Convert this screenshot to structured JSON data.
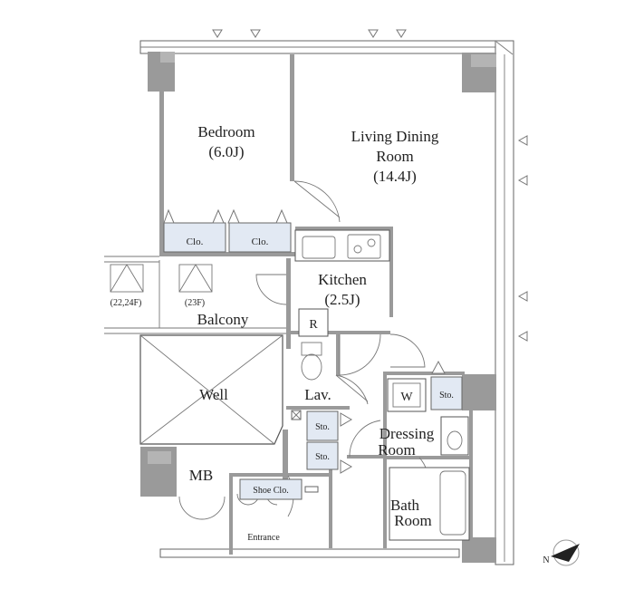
{
  "rooms": {
    "bedroom": {
      "name": "Bedroom",
      "size": "(6.0J)"
    },
    "living": {
      "name_line1": "Living Dining",
      "name_line2": "Room",
      "size": "(14.4J)"
    },
    "kitchen": {
      "name": "Kitchen",
      "size": "(2.5J)"
    },
    "balcony": {
      "name": "Balcony",
      "note_left": "(22,24F)",
      "note_right": "(23F)"
    },
    "well": {
      "name": "Well"
    },
    "lav": {
      "name": "Lav."
    },
    "dressing": {
      "name_line1": "Dressing",
      "name_line2": "Room"
    },
    "bath": {
      "name_line1": "Bath",
      "name_line2": "Room"
    },
    "mb": {
      "name": "MB"
    },
    "entrance": {
      "name": "Entrance"
    }
  },
  "fixtures": {
    "closet_1": "Clo.",
    "closet_2": "Clo.",
    "refrigerator": "R",
    "washer": "W",
    "storage_1": "Sto.",
    "storage_2": "Sto.",
    "storage_3": "Sto.",
    "shoe_closet": "Shoe Clo."
  },
  "icons": {
    "compass": "north-arrow-icon",
    "window_marker": "triangle-window-marker"
  }
}
